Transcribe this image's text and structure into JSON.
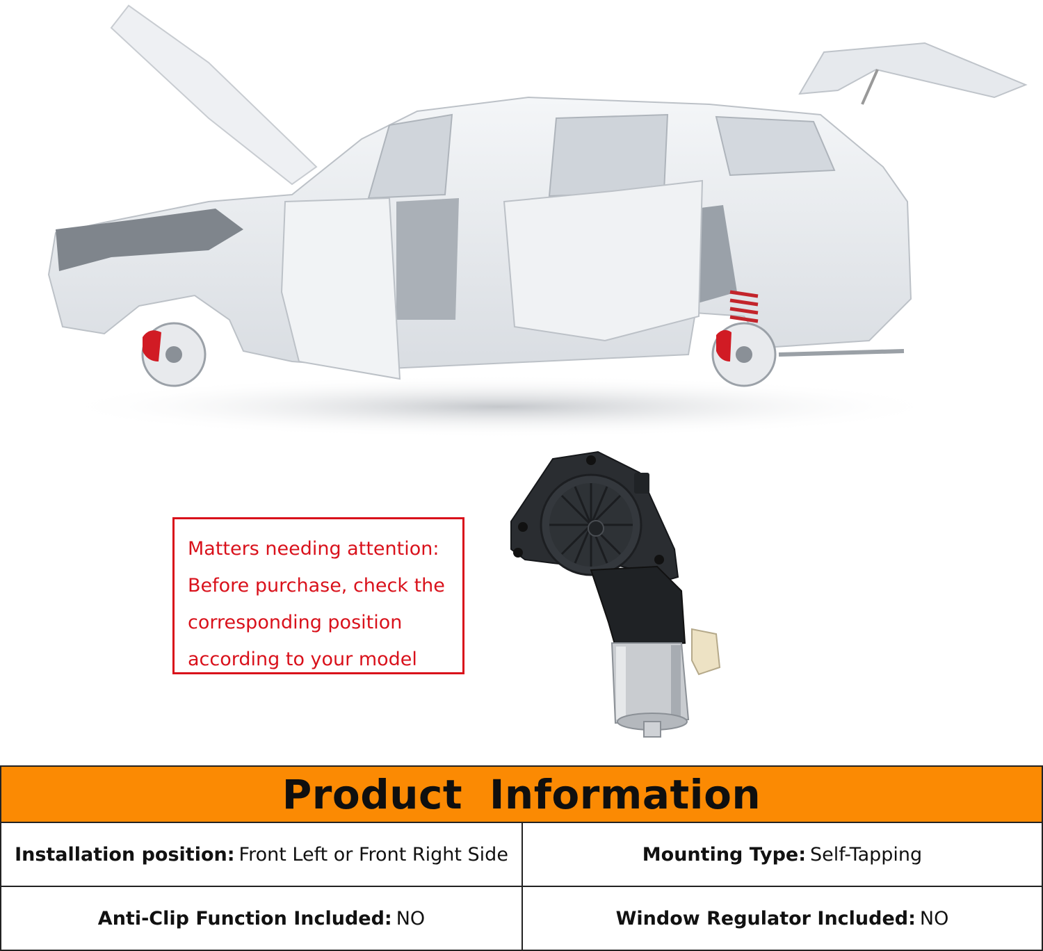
{
  "notice": {
    "lines": [
      "Matters needing attention:",
      "Before purchase, check the",
      "corresponding position",
      "according to your model"
    ],
    "color": "#d9111b"
  },
  "product_info": {
    "title": "Product  Information",
    "header_color": "#fb8a03",
    "rows": [
      [
        {
          "label": "Installation position:",
          "value": "Front Left or Front Right Side"
        },
        {
          "label": "Mounting Type:",
          "value": "Self-Tapping"
        }
      ],
      [
        {
          "label": "Anti-Clip Function Included:",
          "value": "NO"
        },
        {
          "label": "Window Regulator Included:",
          "value": "NO"
        }
      ]
    ]
  },
  "icons": {
    "car": "suv-body-icon",
    "motor": "window-motor-icon"
  }
}
